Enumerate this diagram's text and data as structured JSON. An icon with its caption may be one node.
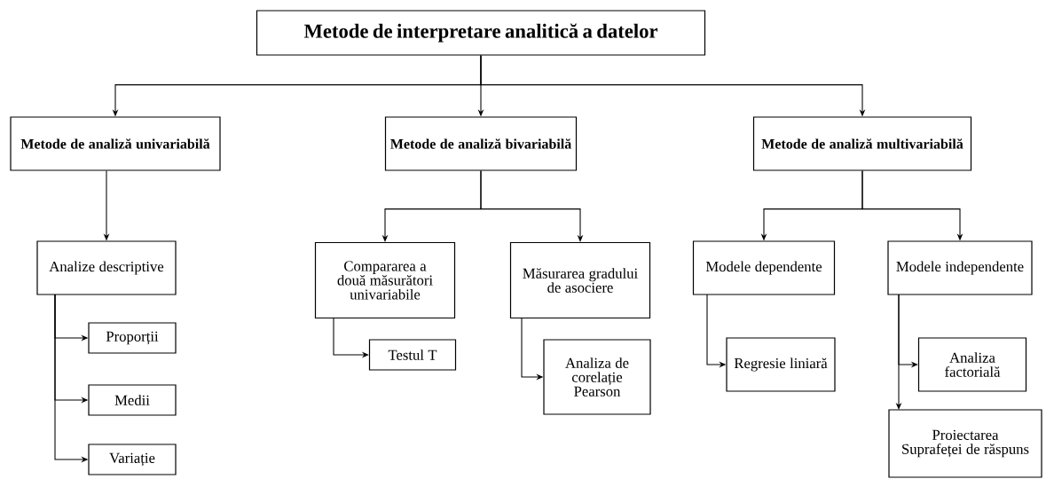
{
  "diagram": {
    "nodes": [
      {
        "text": [
          "Metode de interpretare analitică a datelor"
        ]
      },
      {
        "text": [
          "Metode de analiză univariabilă"
        ]
      },
      {
        "text": [
          "Metode de analiză bivariabilă"
        ]
      },
      {
        "text": [
          "Metode de analiză multivariabilă"
        ]
      },
      {
        "text": [
          "Analize descriptive"
        ]
      },
      {
        "text": [
          "Proporții"
        ]
      },
      {
        "text": [
          "Medii"
        ]
      },
      {
        "text": [
          "Variație"
        ]
      },
      {
        "text": [
          "Compararea a două măsurători univariabile"
        ]
      },
      {
        "text": [
          "Testul T"
        ]
      },
      {
        "text": [
          "Măsurarea gradului de asociere"
        ]
      },
      {
        "text": [
          "Analiza de corelație Pearson"
        ]
      },
      {
        "text": [
          "Modele dependente"
        ]
      },
      {
        "text": [
          "Modele independente"
        ]
      },
      {
        "text": [
          "Regresie liniară"
        ]
      },
      {
        "text": [
          "Analiza factorială"
        ]
      },
      {
        "text": [
          "Proiectarea Suprafeței de răspuns"
        ]
      }
    ],
    "edges": [
      {
        "from": 0,
        "to": 1,
        "arrow": "to"
      },
      {
        "from": 0,
        "to": 2,
        "arrow": "to"
      },
      {
        "from": 0,
        "to": 3,
        "arrow": "to"
      },
      {
        "from": 1,
        "to": 4,
        "arrow": "to"
      },
      {
        "from": 2,
        "to": 8,
        "arrow": "to"
      },
      {
        "from": 2,
        "to": 10,
        "arrow": "to"
      },
      {
        "from": 3,
        "to": 12,
        "arrow": "to"
      },
      {
        "from": 3,
        "to": 13,
        "arrow": "to"
      },
      {
        "from": 4,
        "to": 5,
        "arrow": "to"
      },
      {
        "from": 4,
        "to": 6,
        "arrow": "to"
      },
      {
        "from": 4,
        "to": 7,
        "arrow": "to"
      },
      {
        "from": 8,
        "to": 9,
        "arrow": "to"
      },
      {
        "from": 10,
        "to": 11,
        "arrow": "to"
      },
      {
        "from": 12,
        "to": 14,
        "arrow": "to"
      },
      {
        "from": 13,
        "to": 15,
        "arrow": "to"
      },
      {
        "from": 13,
        "to": 16,
        "arrow": "to"
      }
    ]
  }
}
